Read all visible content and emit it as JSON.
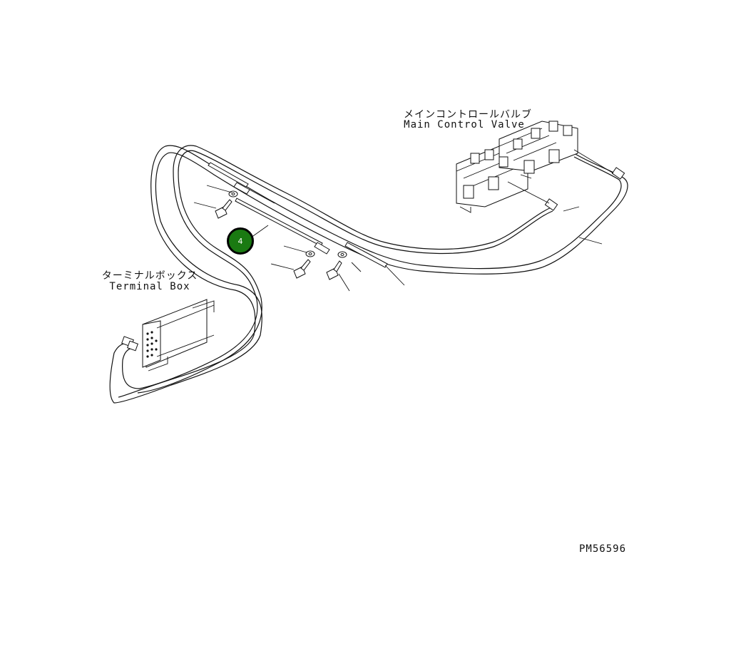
{
  "labels": {
    "main_control_valve_jp": "メインコントロールバルブ",
    "main_control_valve_en": "Main Control Valve",
    "terminal_box_jp": "ターミナルボックス",
    "terminal_box_en": "Terminal Box",
    "drawing_number": "PM56596"
  },
  "callouts": [
    {
      "number": "4",
      "color": "#1a7a12"
    }
  ]
}
